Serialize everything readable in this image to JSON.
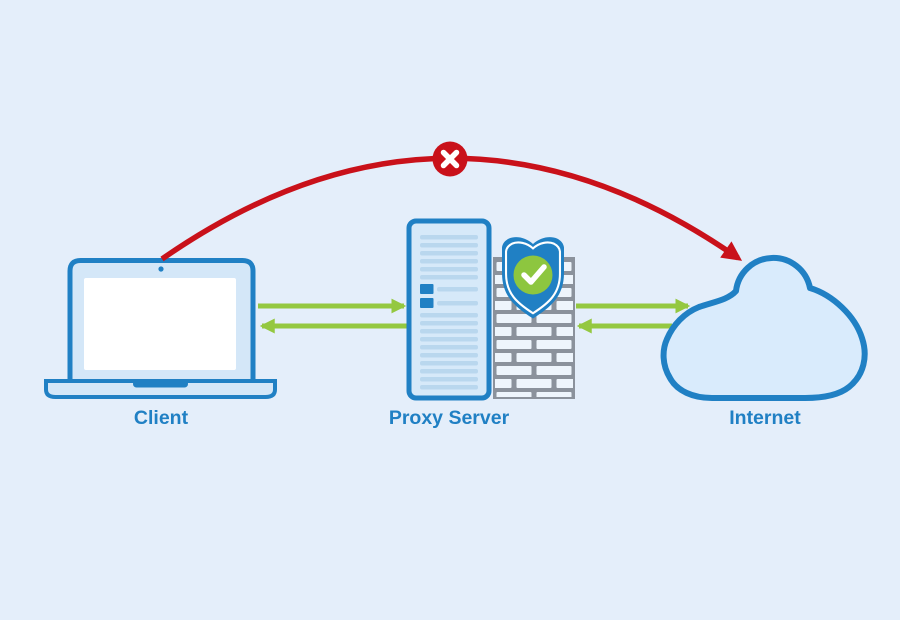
{
  "diagram": {
    "background_color": "#e4eefa",
    "nodes": [
      {
        "id": "client",
        "label": "Client",
        "icon": "laptop-icon"
      },
      {
        "id": "proxy-server",
        "label": "Proxy Server",
        "icon": "server-firewall-shield-icon"
      },
      {
        "id": "internet",
        "label": "Internet",
        "icon": "cloud-icon"
      }
    ],
    "edges": [
      {
        "from": "client",
        "to": "proxy-server",
        "type": "allowed",
        "direction": "bidirectional",
        "color": "#94c840"
      },
      {
        "from": "proxy-server",
        "to": "internet",
        "type": "allowed",
        "direction": "bidirectional",
        "color": "#94c840"
      },
      {
        "from": "client",
        "to": "internet",
        "type": "blocked",
        "direction": "one-way",
        "color": "#c9111a",
        "badge": "x-blocked-icon"
      }
    ],
    "colors": {
      "outline_blue": "#2080c4",
      "fill_light_blue": "#d4e7f8",
      "cloud_fill": "#d9ebfc",
      "server_stripe_blue": "#b9d7ee",
      "arrow_green": "#94c840",
      "blocked_red": "#c9111a",
      "firewall_gray": "#8b929c",
      "brick_fill": "#eef5fc",
      "shield_blue": "#2080c4",
      "check_green": "#8dc63f",
      "label_blue": "#2080c4"
    }
  }
}
